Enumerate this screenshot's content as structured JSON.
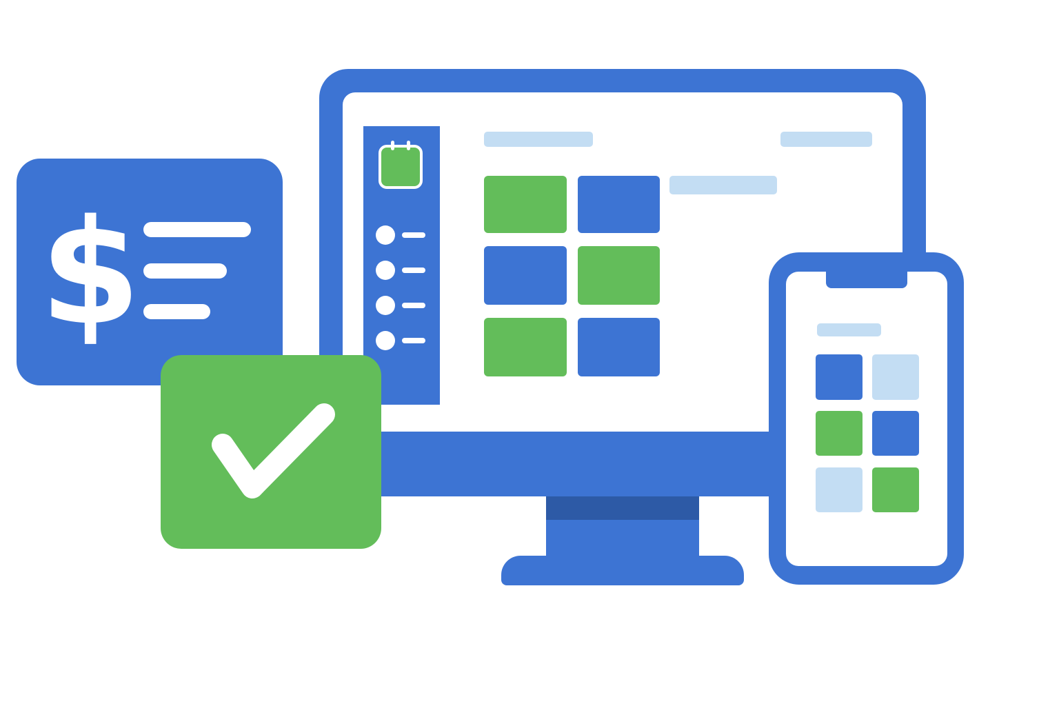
{
  "colors": {
    "primary_blue": "#3d74d3",
    "dark_blue": "#2d5aa6",
    "accent_green": "#63bd5a",
    "light_blue": "#c3ddf3",
    "white": "#ffffff"
  },
  "monitor": {
    "sidebar": {
      "icon": "calendar-icon",
      "nav_items": [
        {
          "icon": "dot-icon"
        },
        {
          "icon": "dot-icon"
        },
        {
          "icon": "dot-icon"
        },
        {
          "icon": "dot-icon"
        }
      ]
    },
    "tile_grid": [
      [
        "green",
        "blue"
      ],
      [
        "blue",
        "green"
      ],
      [
        "green",
        "blue"
      ]
    ]
  },
  "phone": {
    "tile_grid": [
      [
        "blue",
        "light"
      ],
      [
        "green",
        "blue"
      ],
      [
        "light",
        "green"
      ]
    ]
  },
  "invoice_card": {
    "symbol": "$",
    "icon": "dollar-icon"
  },
  "check_card": {
    "icon": "checkmark-icon"
  }
}
